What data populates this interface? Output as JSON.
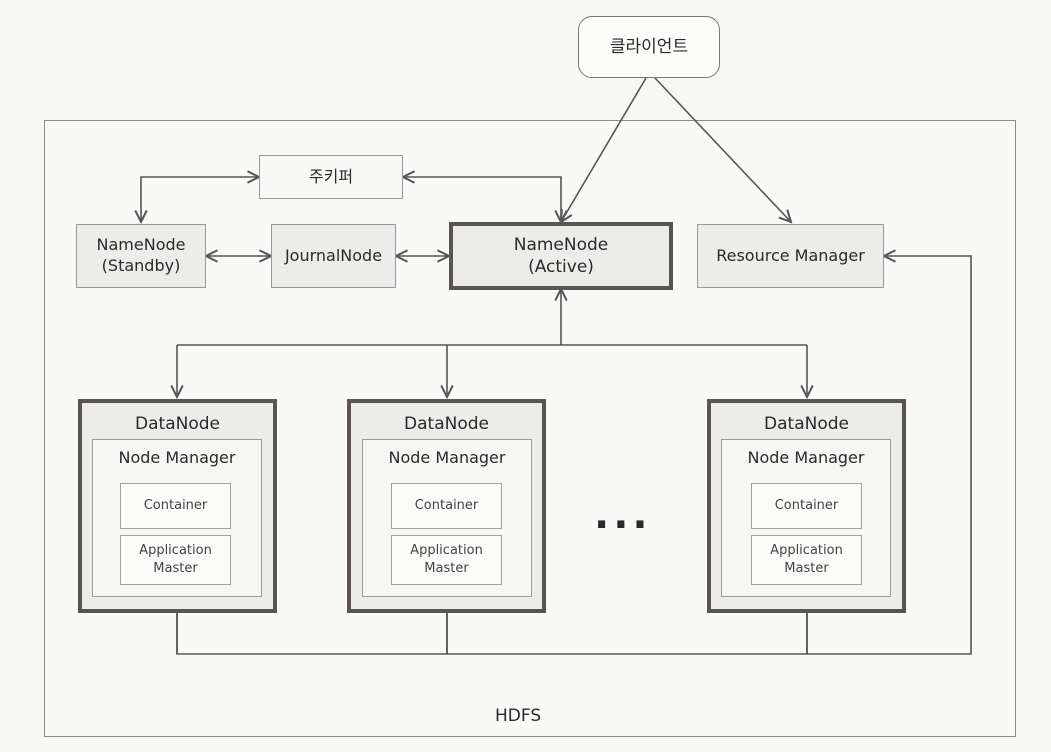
{
  "client": {
    "label": "클라이언트"
  },
  "zookeeper": {
    "label": "주키퍼"
  },
  "namenode_standby": {
    "line1": "NameNode",
    "line2": "(Standby)"
  },
  "journalnode": {
    "label": "JournalNode"
  },
  "namenode_active": {
    "line1": "NameNode",
    "line2": "(Active)"
  },
  "resource_manager": {
    "label": "Resource Manager"
  },
  "datanodes": [
    {
      "title": "DataNode",
      "node_manager": "Node Manager",
      "container": "Container",
      "app_master_line1": "Application",
      "app_master_line2": "Master"
    },
    {
      "title": "DataNode",
      "node_manager": "Node Manager",
      "container": "Container",
      "app_master_line1": "Application",
      "app_master_line2": "Master"
    },
    {
      "title": "DataNode",
      "node_manager": "Node Manager",
      "container": "Container",
      "app_master_line1": "Application",
      "app_master_line2": "Master"
    }
  ],
  "ellipsis": "···",
  "cluster_label": "HDFS"
}
